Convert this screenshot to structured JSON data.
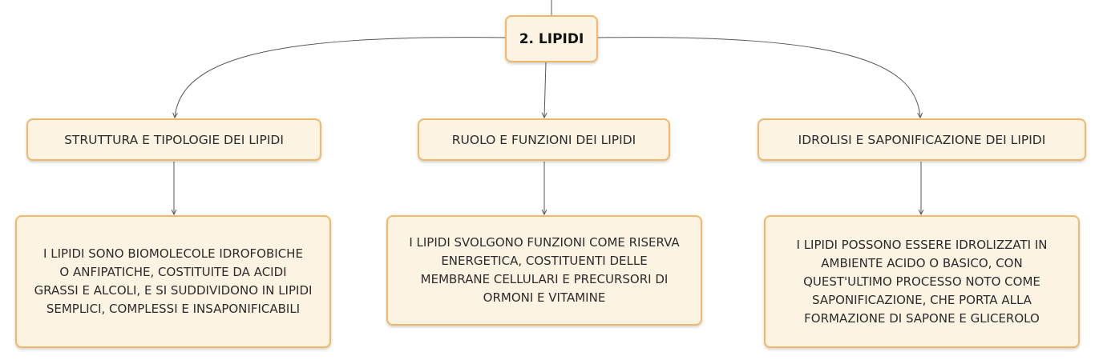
{
  "root": {
    "label": "2. LIPIDI"
  },
  "topics": [
    {
      "label": "STRUTTURA E TIPOLOGIE DEI LIPIDI"
    },
    {
      "label": "RUOLO E FUNZIONI DEI LIPIDI"
    },
    {
      "label": "IDROLISI E SAPONIFICAZIONE DEI LIPIDI"
    }
  ],
  "details": [
    {
      "lines": [
        "I LIPIDI SONO BIOMOLECOLE IDROFOBICHE",
        "O ANFIPATICHE, COSTITUITE DA ACIDI",
        "GRASSI E ALCOLI, E SI SUDDIVIDONO IN LIPIDI",
        "SEMPLICI, COMPLESSI E INSAPONIFICABILI"
      ]
    },
    {
      "lines": [
        "I LIPIDI SVOLGONO FUNZIONI COME RISERVA",
        "ENERGETICA, COSTITUENTI DELLE",
        "MEMBRANE CELLULARI E PRECURSORI DI",
        "ORMONI E VITAMINE"
      ]
    },
    {
      "lines": [
        "I LIPIDI POSSONO ESSERE IDROLIZZATI IN",
        "AMBIENTE ACIDO O BASICO, CON",
        "QUEST'ULTIMO PROCESSO NOTO COME",
        "SAPONIFICAZIONE, CHE PORTA ALLA",
        "FORMAZIONE DI SAPONE E GLICEROLO"
      ]
    }
  ],
  "colors": {
    "node_fill": "#fdf3e3",
    "node_border": "#f2b86a",
    "connector": "#555555"
  }
}
